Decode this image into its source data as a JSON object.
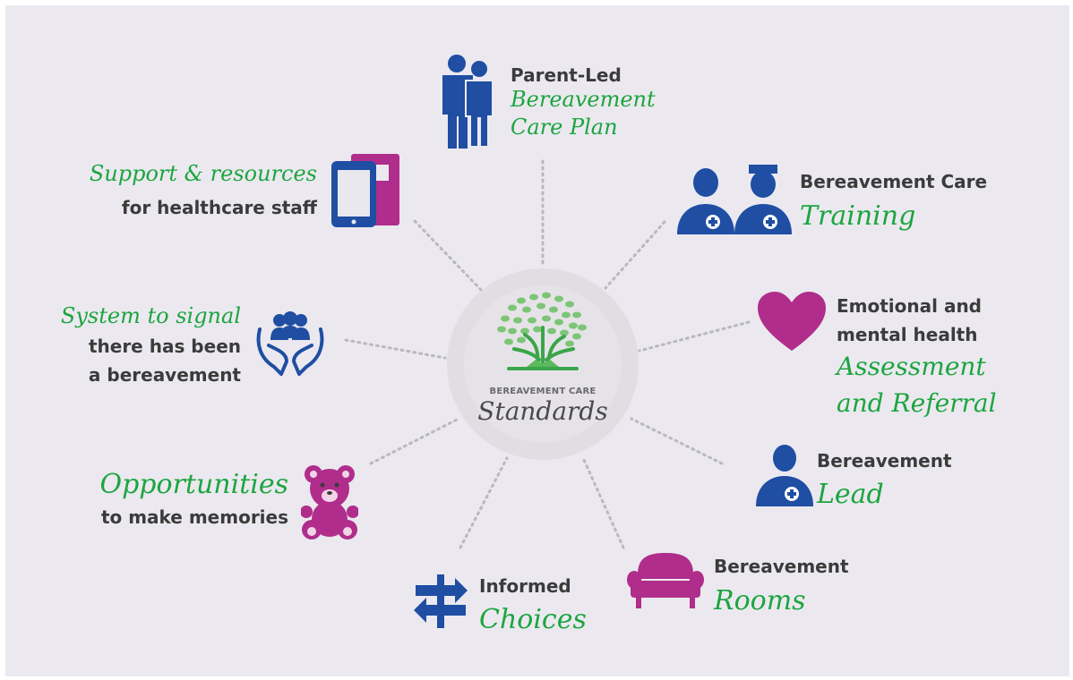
{
  "colors": {
    "blue": "#1f4ea3",
    "magenta": "#b02d8b",
    "green": "#1da540",
    "text": "#3b3b3b",
    "background": "#ebe9ef"
  },
  "center": {
    "top": "BEREAVEMENT CARE",
    "bottom": "Standards"
  },
  "items": {
    "parent_led": {
      "line1": "Parent-Led",
      "line2": "Bereavement",
      "line3": "Care Plan",
      "icon": "parents-icon"
    },
    "training": {
      "line1": "Bereavement Care",
      "line2": "Training",
      "icon": "nurses-icon"
    },
    "emotional": {
      "line1": "Emotional and",
      "line2": "mental health",
      "line3": "Assessment",
      "line4": "and Referral",
      "icon": "heart-icon"
    },
    "lead": {
      "line1": "Bereavement",
      "line2": "Lead",
      "icon": "nurse-icon"
    },
    "rooms": {
      "line1": "Bereavement",
      "line2": "Rooms",
      "icon": "armchair-icon"
    },
    "choices": {
      "line1": "Informed",
      "line2": "Choices",
      "icon": "signpost-icon"
    },
    "memories": {
      "line1": "Opportunities",
      "line2": "to make memories",
      "icon": "teddy-bear-icon"
    },
    "signal": {
      "line1": "System to signal",
      "line2": "there has been",
      "line3": "a bereavement",
      "icon": "hands-icon"
    },
    "support": {
      "line1": "Support & resources",
      "line2": "for healthcare staff",
      "icon": "tablet-icon"
    }
  }
}
